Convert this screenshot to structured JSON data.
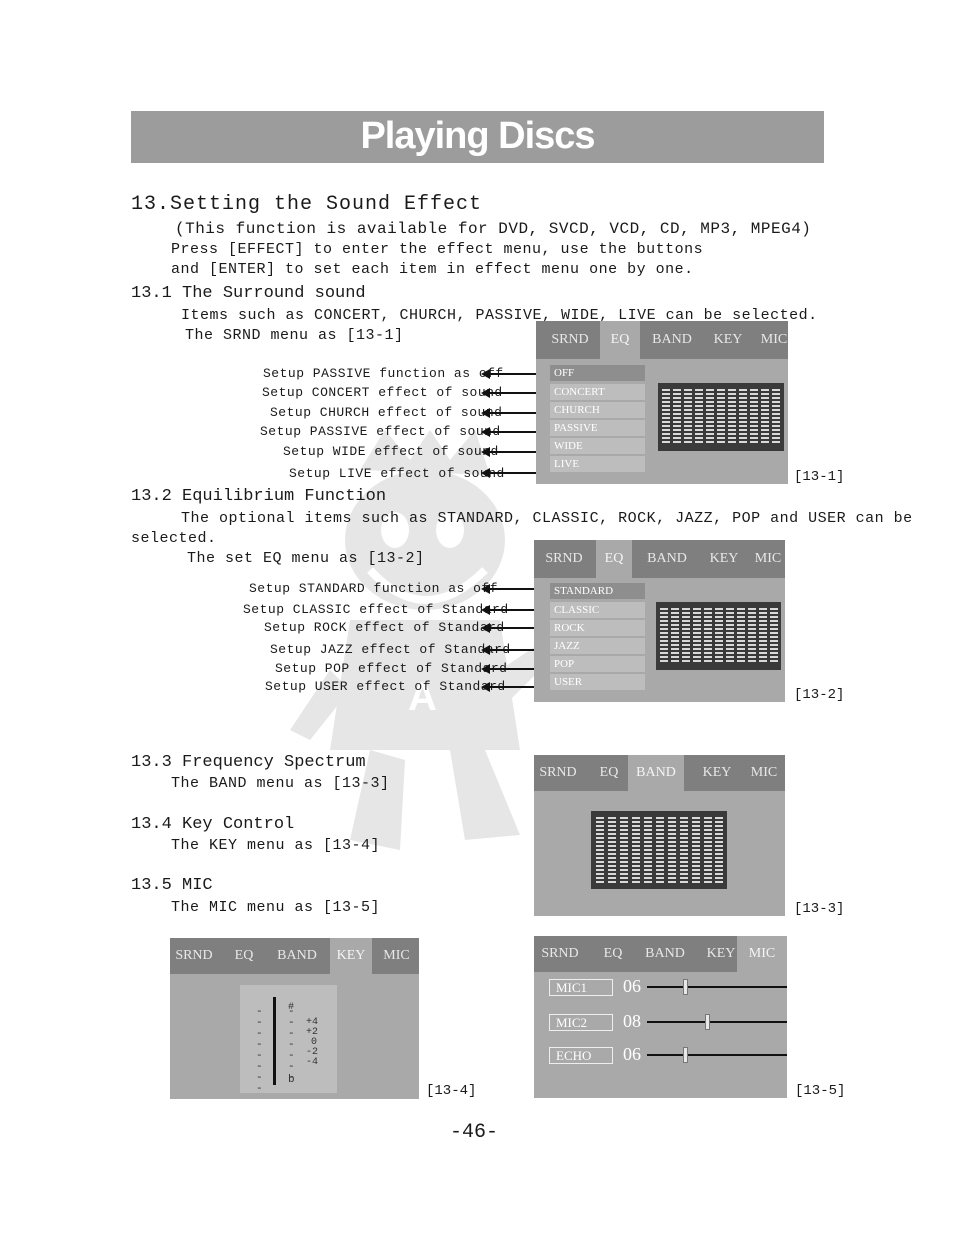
{
  "header": {
    "title": "Playing Discs"
  },
  "section13": {
    "title": "13.Setting the Sound Effect",
    "availability": "(This function is available for DVD, SVCD, VCD, CD,  MP3, MPEG4)",
    "intro_line1": "Press [EFFECT] to enter the effect menu, use the buttons",
    "intro_line2": "and [ENTER] to set each item in effect menu one by one."
  },
  "section13_1": {
    "title": "13.1 The Surround sound",
    "line1": "Items such as CONCERT, CHURCH, PASSIVE, WIDE, LIVE can be selected.",
    "line2": "The SRND menu as [13-1]",
    "callouts": [
      "Setup PASSIVE function as off",
      "Setup CONCERT effect of sound",
      "Setup CHURCH effect of sound",
      "Setup PASSIVE effect of sound",
      "Setup WIDE effect of sound",
      "Setup LIVE effect of sound"
    ]
  },
  "section13_2": {
    "title": "13.2 Equilibrium Function",
    "line1": "The optional items such as STANDARD, CLASSIC, ROCK, JAZZ, POP and USER can be",
    "line2": "selected.",
    "line3": "The set EQ menu as [13-2]",
    "callouts": [
      "Setup STANDARD function as off",
      "Setup CLASSIC effect of Standard",
      "Setup ROCK effect of Standard",
      "Setup JAZZ effect of Standard",
      "Setup POP effect of Standard",
      "Setup USER effect of Standard"
    ]
  },
  "section13_3": {
    "title": "13.3 Frequency Spectrum",
    "line": "The BAND menu as [13-3]"
  },
  "section13_4": {
    "title": "13.4 Key Control",
    "line": "The KEY menu as [13-4]"
  },
  "section13_5": {
    "title": "13.5 MIC",
    "line": "The MIC menu as [13-5]"
  },
  "menu_tabs": [
    "SRND",
    "EQ",
    "BAND",
    "KEY",
    "MIC"
  ],
  "fig_13_1": {
    "label": "[13-1]",
    "items": [
      "OFF",
      "CONCERT",
      "CHURCH",
      "PASSIVE",
      "WIDE",
      "LIVE"
    ]
  },
  "fig_13_2": {
    "label": "[13-2]",
    "items": [
      "STANDARD",
      "CLASSIC",
      "ROCK",
      "JAZZ",
      "POP",
      "USER"
    ]
  },
  "fig_13_3": {
    "label": "[13-3]"
  },
  "fig_13_4": {
    "label": "[13-4]",
    "sharp": "#",
    "flat": "b",
    "levels": [
      "+4",
      "+2",
      "0",
      "-2",
      "-4"
    ]
  },
  "fig_13_5": {
    "label": "[13-5]",
    "rows": [
      {
        "name": "MIC1",
        "value": "06",
        "level": 0.27
      },
      {
        "name": "MIC2",
        "value": "08",
        "level": 0.43
      },
      {
        "name": "ECHO",
        "value": "06",
        "level": 0.27
      }
    ]
  },
  "footer": {
    "page_number": "-46-"
  },
  "colors": {
    "banner": "#9c9c9c",
    "panel": "#a9a9a9",
    "tabbar": "#7f7f7f",
    "display": "#3a3a3a"
  }
}
